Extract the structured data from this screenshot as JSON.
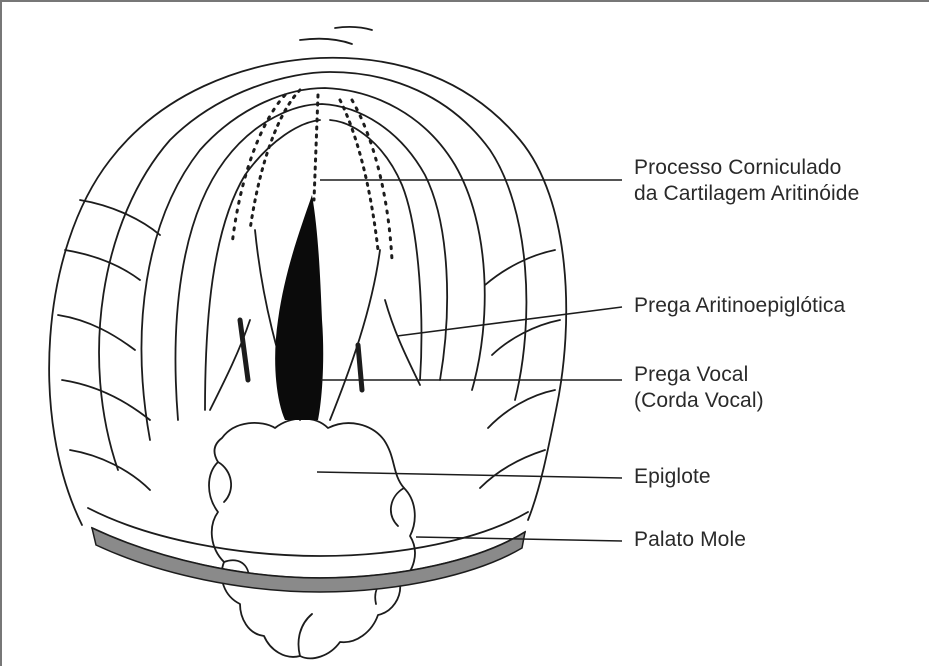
{
  "labels": {
    "corniculado": [
      "Processo Corniculado",
      "da Cartilagem Aritinóide"
    ],
    "aritinoepiglotica": "Prega Aritinoepiglótica",
    "vocal": [
      "Prega Vocal",
      "(Corda Vocal)"
    ],
    "epiglote": "Epiglote",
    "palato": "Palato Mole"
  },
  "colors": {
    "line": "#1c1c1c",
    "glottis": "#0b0b0b",
    "palate_band": "#8a8a8a",
    "text": "#2a2a2a"
  }
}
